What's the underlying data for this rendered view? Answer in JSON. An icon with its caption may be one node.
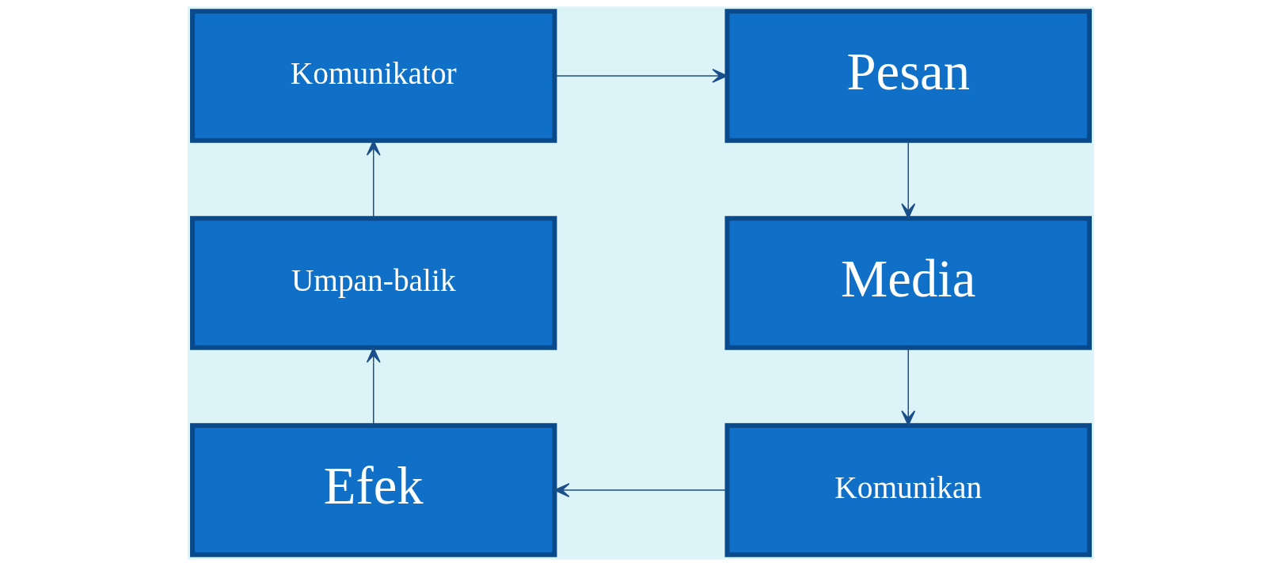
{
  "diagram": {
    "nodes": [
      {
        "text": [
          "Komunikator"
        ]
      },
      {
        "text": [
          "Pesan"
        ]
      },
      {
        "text": [
          "Media"
        ]
      },
      {
        "text": [
          "Komunikan"
        ]
      },
      {
        "text": [
          "Efek"
        ]
      },
      {
        "text": [
          "Umpan-balik"
        ]
      }
    ],
    "edges": [
      {
        "from": 0,
        "to": 1,
        "arrow": "to"
      },
      {
        "from": 1,
        "to": 2,
        "arrow": "to"
      },
      {
        "from": 2,
        "to": 3,
        "arrow": "to"
      },
      {
        "from": 3,
        "to": 4,
        "arrow": "to"
      },
      {
        "from": 4,
        "to": 5,
        "arrow": "to"
      },
      {
        "from": 5,
        "to": 0,
        "arrow": "to"
      }
    ]
  }
}
